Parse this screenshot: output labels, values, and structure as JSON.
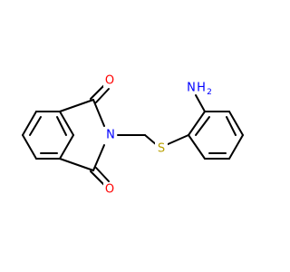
{
  "molecule": {
    "colors": {
      "bond": "#000000",
      "oxygen": "#ff0000",
      "nitrogen": "#0000ff",
      "sulfur": "#b8a000",
      "background": "#ffffff"
    },
    "labels": {
      "oxygen_top": "O",
      "oxygen_bottom": "O",
      "nitrogen_imide": "N",
      "sulfur": "S",
      "amine_n": "N",
      "amine_h": "H",
      "amine_sub": "2"
    }
  }
}
